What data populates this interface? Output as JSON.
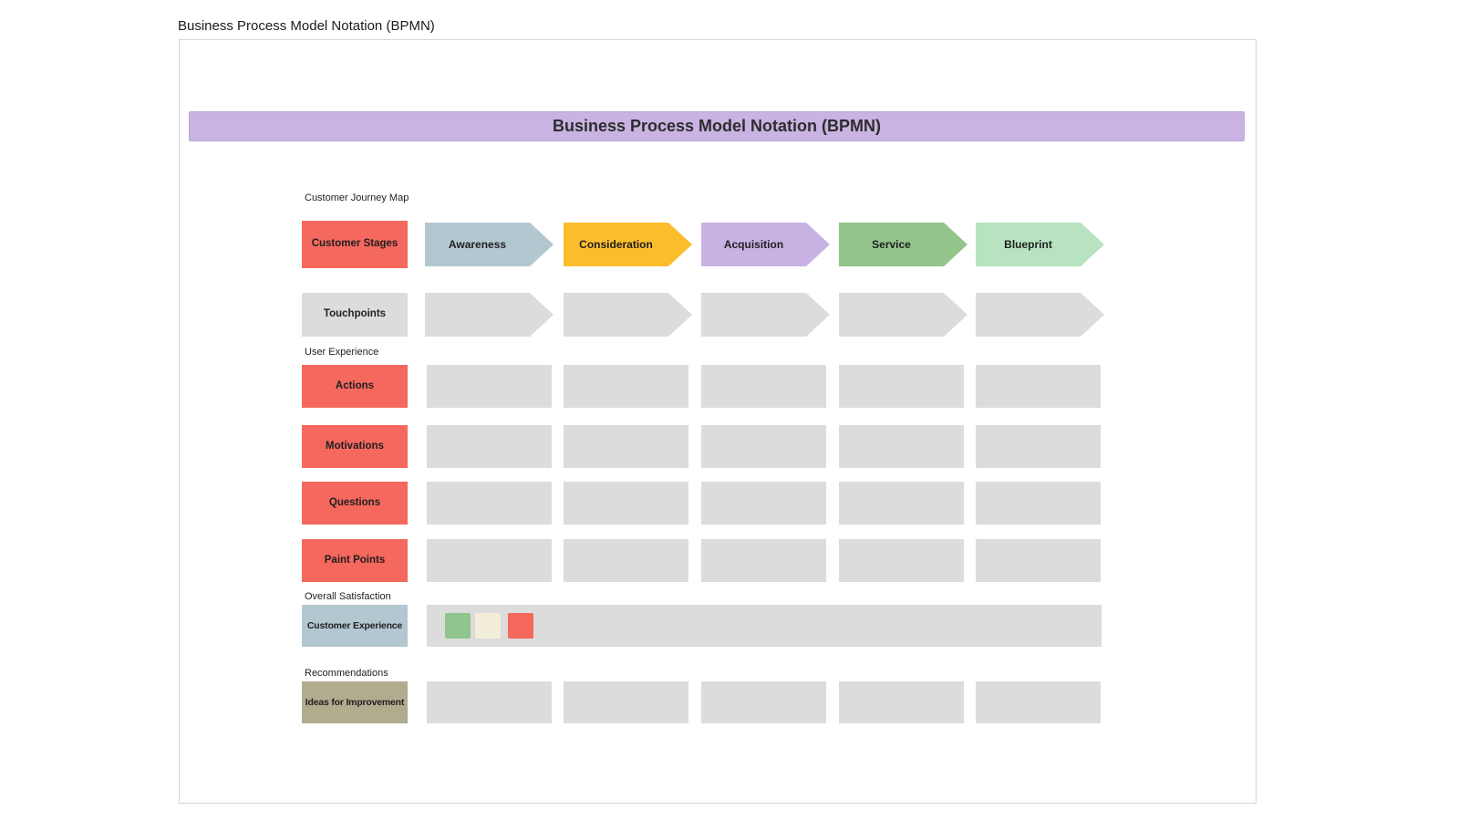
{
  "page": {
    "title": "Business Process Model Notation (BPMN)"
  },
  "banner": {
    "title": "Business Process Model Notation (BPMN)",
    "color": "#c9b3e2"
  },
  "sections": {
    "journey": "Customer Journey Map",
    "ux": "User Experience",
    "satisfaction": "Overall Satisfaction",
    "recommendations": "Recommendations"
  },
  "rows": {
    "stages": {
      "header": "Customer Stages",
      "header_color": "#f5685e",
      "items": [
        {
          "label": "Awareness",
          "color": "#b3c7d1"
        },
        {
          "label": "Consideration",
          "color": "#fcbd2d"
        },
        {
          "label": "Acquisition",
          "color": "#c8b1e3"
        },
        {
          "label": "Service",
          "color": "#93c48a"
        },
        {
          "label": "Blueprint",
          "color": "#b7e3c0"
        }
      ]
    },
    "touchpoints": {
      "header": "Touchpoints",
      "header_color": "#dcdcdc"
    },
    "actions": {
      "header": "Actions",
      "header_color": "#f5685e"
    },
    "motivations": {
      "header": "Motivations",
      "header_color": "#f5685e"
    },
    "questions": {
      "header": "Questions",
      "header_color": "#f5685e"
    },
    "pain_points": {
      "header": "Paint Points",
      "header_color": "#f5685e"
    },
    "experience": {
      "header": "Customer Experience",
      "header_color": "#b3c7d1",
      "satisfaction_markers": [
        "#90c58d",
        "#f2eeda",
        "#f5685c"
      ]
    },
    "ideas": {
      "header": "Ideas for Improvement",
      "header_color": "#b1ac8e"
    }
  },
  "colors": {
    "placeholder_cell": "#dcdcdc",
    "canvas_border": "#d6d3e0"
  }
}
